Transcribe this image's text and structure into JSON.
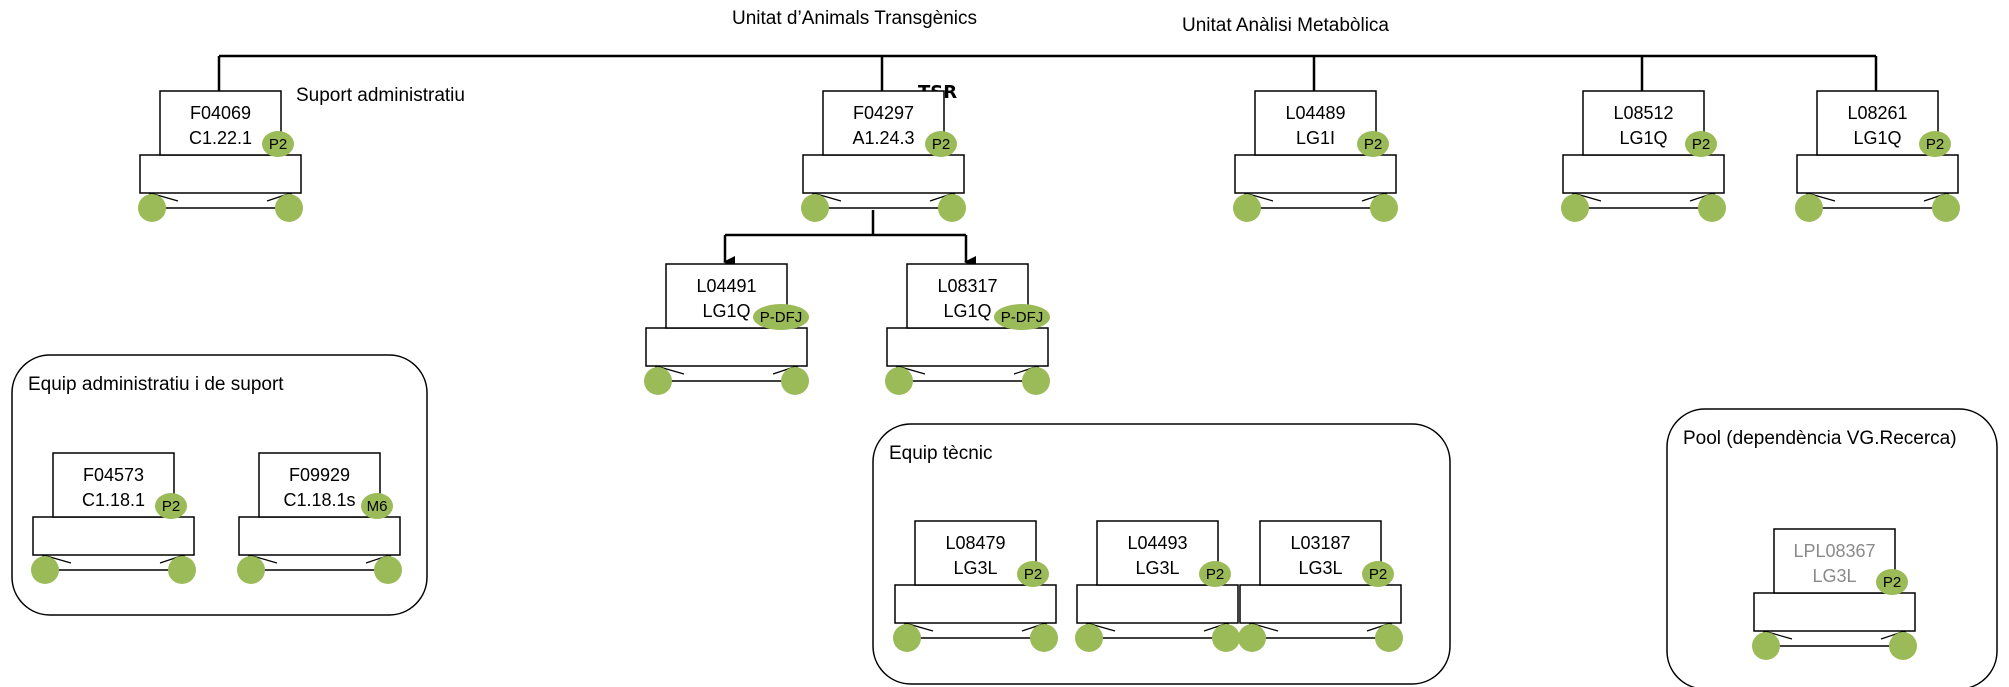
{
  "labels": {
    "unitat_animals": "Unitat d’Animals Transgènics",
    "unitat_analisi": "Unitat Anàlisi Metabòlica",
    "suport_admin": "Suport administratiu",
    "tsr": "TSR"
  },
  "groups": {
    "admin_team": "Equip administratiu i de suport",
    "tech_team": "Equip tècnic",
    "pool": "Pool (dependència VG.Recerca)"
  },
  "colors": {
    "badge_fill": "#9bbb59",
    "line": "#000000",
    "faded_text": "#8a8a8a"
  },
  "positions": {
    "F04069": {
      "code": "F04069",
      "level": "C1.22.1",
      "badge": "P2"
    },
    "F04297": {
      "code": "F04297",
      "level": "A1.24.3",
      "badge": "P2"
    },
    "L04489": {
      "code": "L04489",
      "level": "LG1I",
      "badge": "P2"
    },
    "L08512": {
      "code": "L08512",
      "level": "LG1Q",
      "badge": "P2"
    },
    "L08261": {
      "code": "L08261",
      "level": "LG1Q",
      "badge": "P2"
    },
    "L04491": {
      "code": "L04491",
      "level": "LG1Q",
      "badge": "P-DFJ"
    },
    "L08317": {
      "code": "L08317",
      "level": "LG1Q",
      "badge": "P-DFJ"
    },
    "F04573": {
      "code": "F04573",
      "level": "C1.18.1",
      "badge": "P2"
    },
    "F09929": {
      "code": "F09929",
      "level": "C1.18.1s",
      "badge": "M6"
    },
    "L08479": {
      "code": "L08479",
      "level": "LG3L",
      "badge": "P2"
    },
    "L04493": {
      "code": "L04493",
      "level": "LG3L",
      "badge": "P2"
    },
    "L03187": {
      "code": "L03187",
      "level": "LG3L",
      "badge": "P2"
    },
    "LPL08367": {
      "code": "LPL08367",
      "level": "LG3L",
      "badge": "P2"
    }
  }
}
